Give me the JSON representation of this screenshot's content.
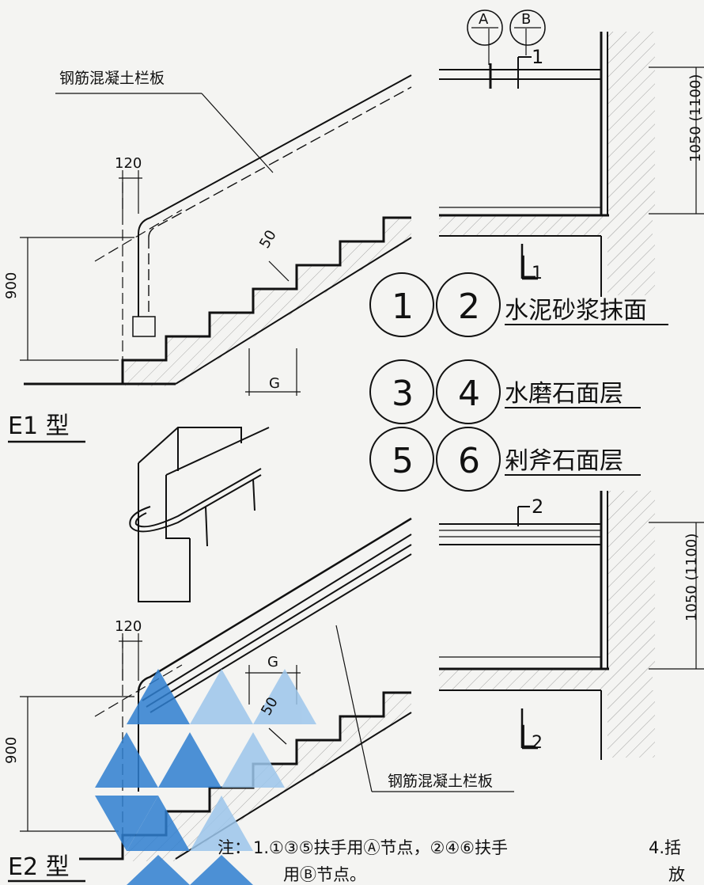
{
  "labels": {
    "rc_panel_top": "钢筋混凝土栏板",
    "rc_panel_bottom": "钢筋混凝土栏板",
    "type_e1": "E1 型",
    "type_e2": "E2 型"
  },
  "dimensions": {
    "e1_width": "120",
    "e1_height": "900",
    "e1_offset": "50",
    "e1_g": "G",
    "e2_width": "120",
    "e2_height": "900",
    "e2_offset": "50",
    "e2_g": "G",
    "right_top": "1050 (1100)",
    "right_bottom": "1050 (1100)"
  },
  "markers": {
    "a": "A",
    "b": "B",
    "section1": "1",
    "section2": "2",
    "l1_letter": "L",
    "l1_sub": "1",
    "l2_letter": "L",
    "l2_sub": "2"
  },
  "legend": [
    {
      "n1": "1",
      "n2": "2",
      "material": "水泥砂浆抹面"
    },
    {
      "n1": "3",
      "n2": "4",
      "material": "水磨石面层"
    },
    {
      "n1": "5",
      "n2": "6",
      "material": "剁斧石面层"
    }
  ],
  "notes": {
    "prefix": "注：",
    "line1": "1.①③⑤扶手用Ⓐ节点，②④⑥扶手",
    "line2": "用Ⓑ节点。",
    "cut_a": "4.括",
    "cut_b": "放"
  },
  "colors": {
    "line": "#111111",
    "watermark_dark": "#2f7fd0",
    "watermark_light": "#9cc6ec"
  }
}
